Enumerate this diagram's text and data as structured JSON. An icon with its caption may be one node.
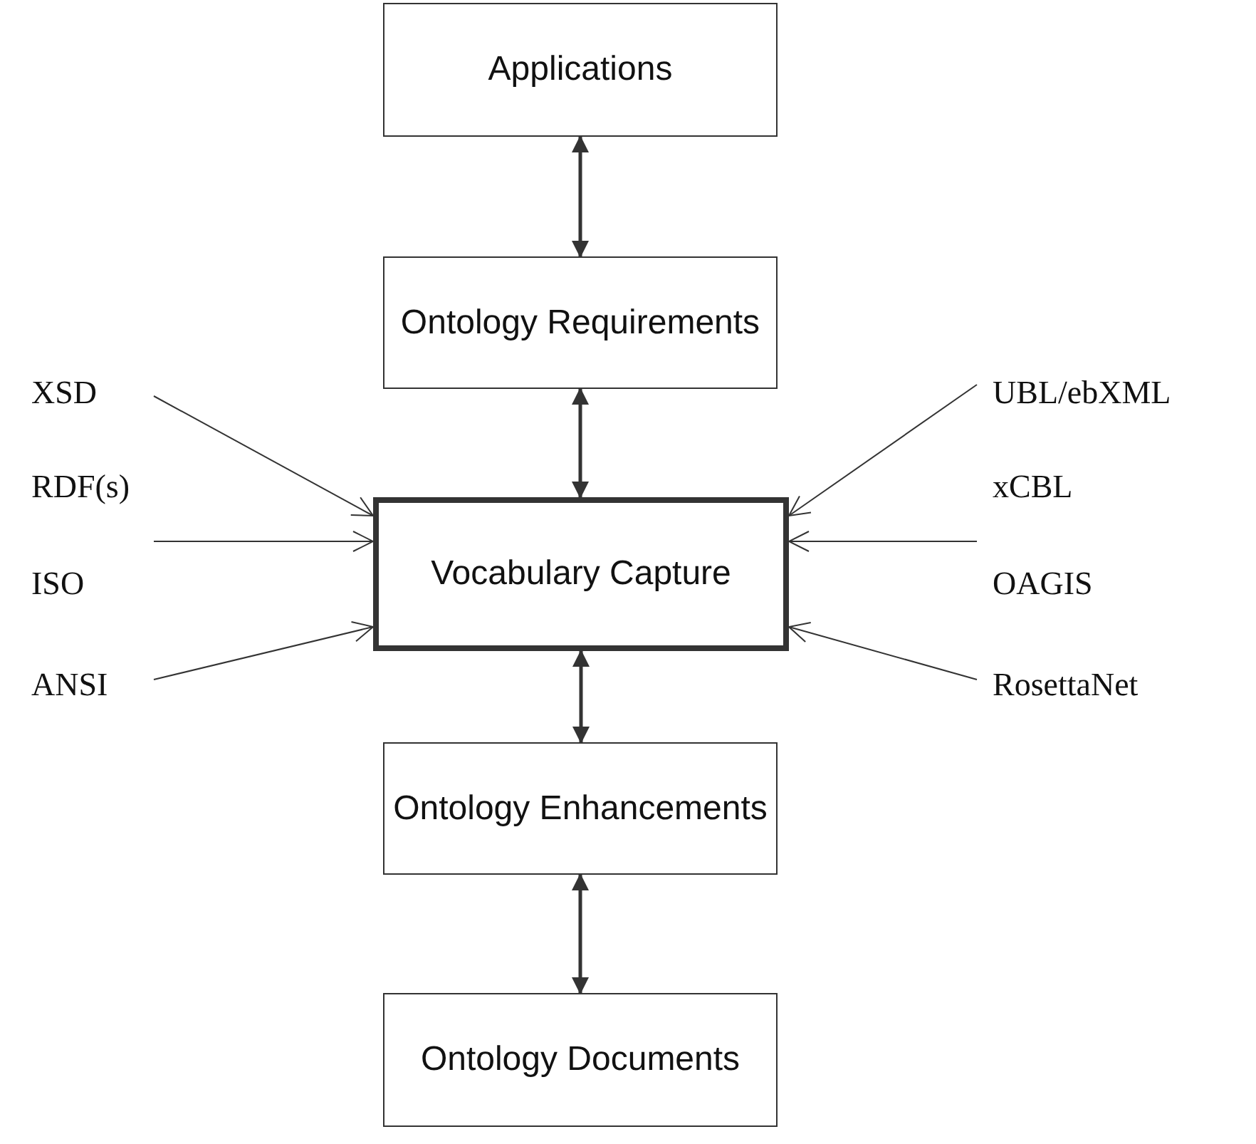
{
  "diagram": {
    "nodes": [
      {
        "text": [
          "Applications"
        ]
      },
      {
        "text": [
          "Ontology Requirements"
        ]
      },
      {
        "text": [
          "Vocabulary Capture"
        ]
      },
      {
        "text": [
          "Ontology Enhancements"
        ]
      },
      {
        "text": [
          "Ontology Documents"
        ]
      }
    ],
    "edges": [
      {
        "from": 0,
        "to": 1,
        "arrow": "both",
        "style": "thick"
      },
      {
        "from": 1,
        "to": 2,
        "arrow": "both",
        "style": "thick"
      },
      {
        "from": 2,
        "to": 3,
        "arrow": "both",
        "style": "thick"
      },
      {
        "from": 3,
        "to": 4,
        "arrow": "both",
        "style": "thick"
      },
      {
        "from": null,
        "to": 2,
        "arrow": "to"
      },
      {
        "from": null,
        "to": 2,
        "arrow": "to"
      },
      {
        "from": null,
        "to": 2,
        "arrow": "to"
      },
      {
        "from": null,
        "to": 2,
        "arrow": "to"
      },
      {
        "from": null,
        "to": 2,
        "arrow": "to"
      },
      {
        "from": null,
        "to": 2,
        "arrow": "to"
      }
    ],
    "labels": [
      "XSD",
      "UBL/ebXML",
      "RDF(s)",
      "xCBL",
      "ISO",
      "OAGIS",
      "ANSI",
      "RosettaNet"
    ]
  }
}
